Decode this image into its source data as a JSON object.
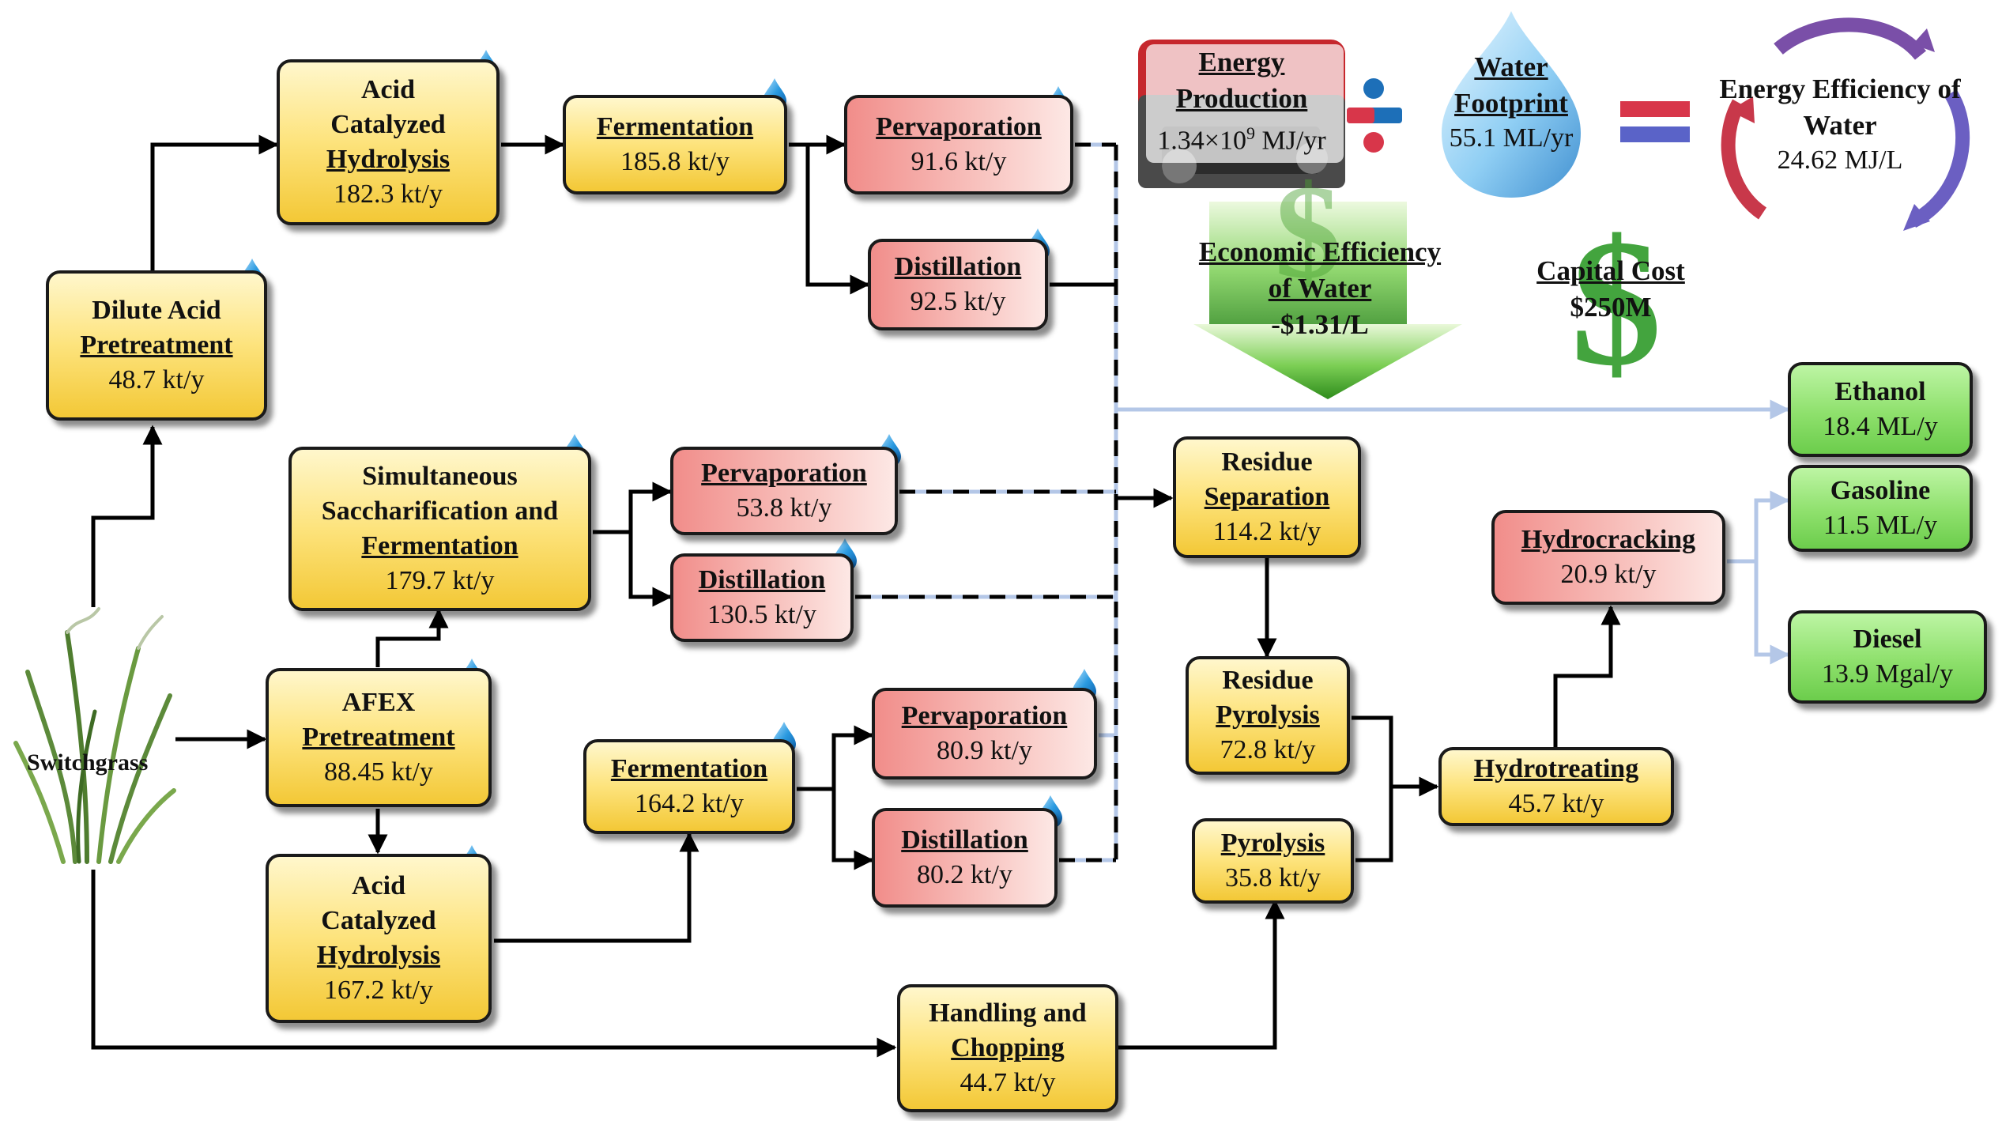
{
  "nodes": {
    "dilute_acid_pretreatment": {
      "title": "Dilute Acid",
      "title2": "Pretreatment",
      "value": "48.7 kt/y"
    },
    "acid_hydrolysis_top": {
      "title1": "Acid",
      "title2": "Catalyzed",
      "title3": "Hydrolysis",
      "value": "182.3 kt/y"
    },
    "fermentation_top": {
      "title": "Fermentation",
      "value": "185.8 kt/y"
    },
    "pervaporation_top": {
      "title": "Pervaporation",
      "value": "91.6 kt/y"
    },
    "distillation_top": {
      "title": "Distillation",
      "value": "92.5 kt/y"
    },
    "ssf": {
      "title1": "Simultaneous",
      "title2": "Saccharification and",
      "title3": "Fermentation",
      "value": "179.7 kt/y"
    },
    "pervaporation_mid": {
      "title": "Pervaporation",
      "value": "53.8 kt/y"
    },
    "distillation_mid": {
      "title": "Distillation",
      "value": "130.5 kt/y"
    },
    "afex_pretreatment": {
      "title1": "AFEX",
      "title2": "Pretreatment",
      "value": "88.45 kt/y"
    },
    "acid_hydrolysis_bottom": {
      "title1": "Acid",
      "title2": "Catalyzed",
      "title3": "Hydrolysis",
      "value": "167.2 kt/y"
    },
    "fermentation_bottom": {
      "title": "Fermentation",
      "value": "164.2 kt/y"
    },
    "pervaporation_bottom": {
      "title": "Pervaporation",
      "value": "80.9 kt/y"
    },
    "distillation_bottom": {
      "title": "Distillation",
      "value": "80.2 kt/y"
    },
    "residue_separation": {
      "title1": "Residue",
      "title2": "Separation",
      "value": "114.2 kt/y"
    },
    "residue_pyrolysis": {
      "title1": "Residue",
      "title2": "Pyrolysis",
      "value": "72.8 kt/y"
    },
    "pyrolysis": {
      "title": "Pyrolysis",
      "value": "35.8 kt/y"
    },
    "hydrotreating": {
      "title": "Hydrotreating",
      "value": "45.7 kt/y"
    },
    "hydrocracking": {
      "title": "Hydrocracking",
      "value": "20.9 kt/y"
    },
    "handling_chopping": {
      "title1": "Handling and",
      "title2": "Chopping",
      "value": "44.7 kt/y"
    },
    "ethanol": {
      "title": "Ethanol",
      "value": "18.4 ML/y"
    },
    "gasoline": {
      "title": "Gasoline",
      "value": "11.5 ML/y"
    },
    "diesel": {
      "title": "Diesel",
      "value": "13.9 Mgal/y"
    }
  },
  "feedstock": {
    "label": "Switchgrass"
  },
  "metrics": {
    "energy_production": {
      "title1": "Energy",
      "title2": "Production",
      "value_base": "1.34×10",
      "value_exp": "9",
      "value_unit": " MJ/yr"
    },
    "water_footprint": {
      "title1": "Water",
      "title2": "Footprint",
      "value": "55.1 ML/yr"
    },
    "energy_efficiency": {
      "title1": "Energy Efficiency of",
      "title2": "Water",
      "value": "24.62 MJ/L"
    },
    "economic_efficiency": {
      "title1": "Economic Efficiency",
      "title2": "of Water",
      "value": "-$1.31/L"
    },
    "capital_cost": {
      "title": "Capital Cost",
      "value": "$250M"
    }
  },
  "colors": {
    "process_box": "#fde37c",
    "separation_box": "#f8c3bf",
    "product_box": "#8ee06c",
    "solid_flow": "#000000",
    "liquid_flow": "#b4c7e7",
    "water_drop": "#1f8fd6"
  }
}
